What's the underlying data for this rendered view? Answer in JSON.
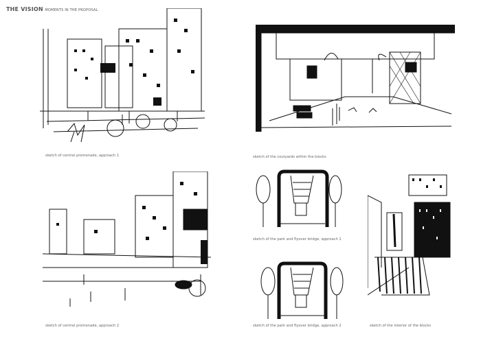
{
  "header": {
    "title": "THE VISION",
    "subtitle": "MOMENTS IN THE PROPOSAL"
  },
  "sketches": [
    {
      "caption": "sketch of central promenade, approach 1"
    },
    {
      "caption": "sketch of the coutyards within the blocks"
    },
    {
      "caption": "sketch of central promenade, approach 2"
    },
    {
      "caption": "sketch of the park and flyover bridge, approach 1"
    },
    {
      "caption": "sketch of the park and flyover bridge, approach 2"
    },
    {
      "caption": "sketch of the interior of the blocks"
    }
  ]
}
